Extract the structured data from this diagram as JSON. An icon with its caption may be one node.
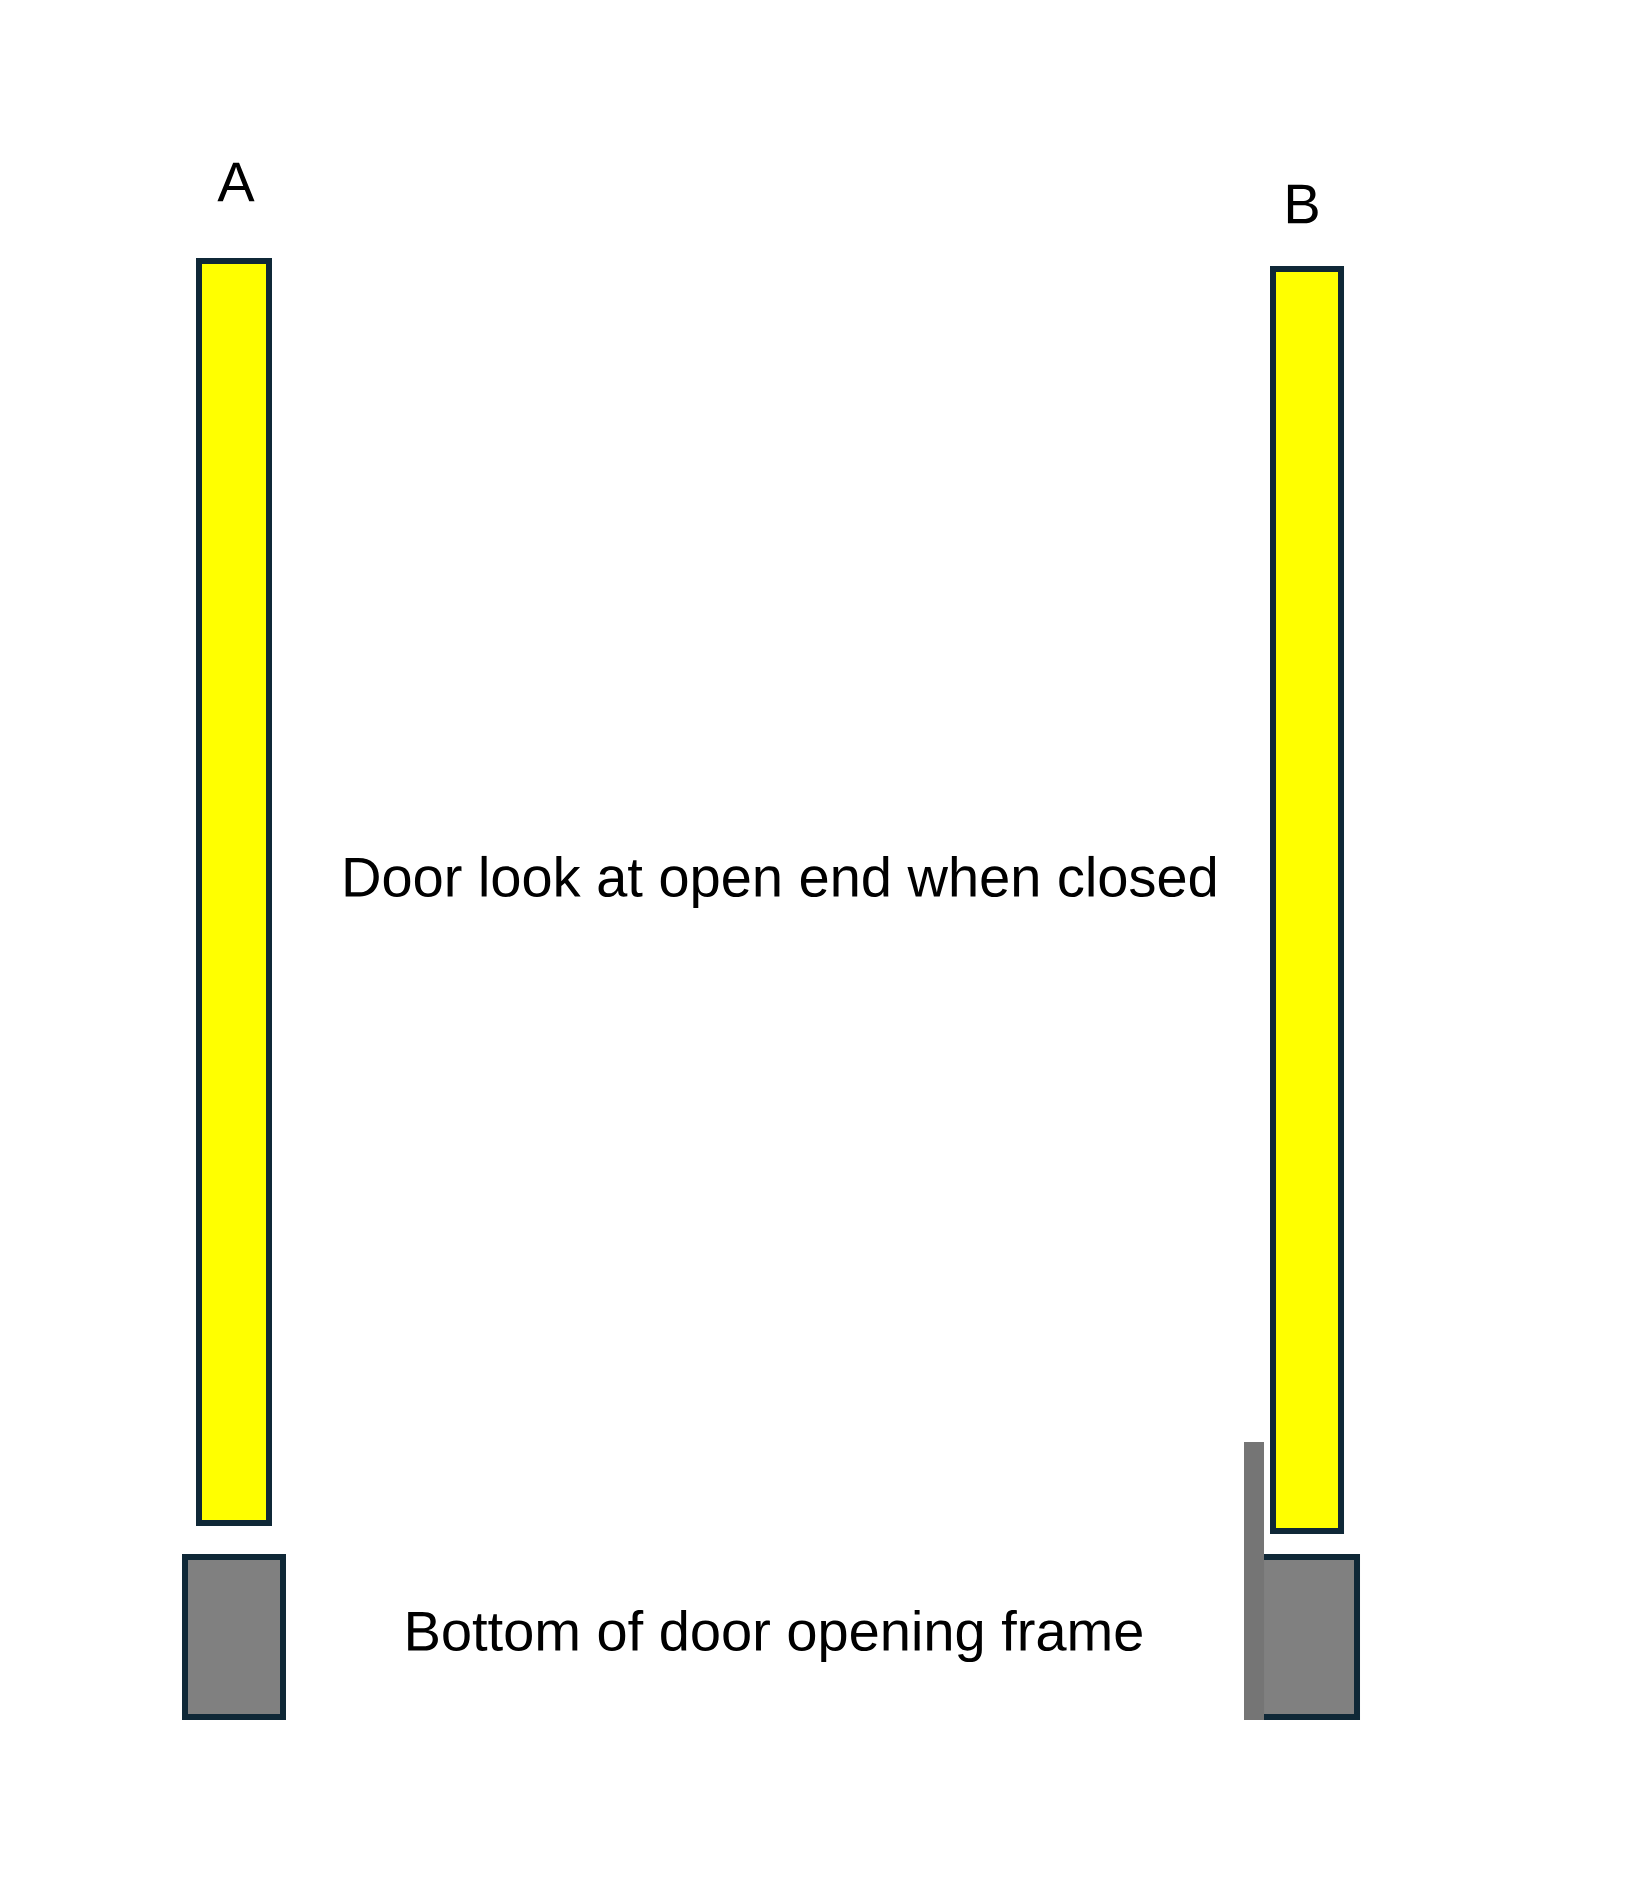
{
  "diagram": {
    "nodes": [
      {
        "text": [
          "A"
        ]
      },
      {
        "text": [
          "B"
        ]
      },
      {
        "text": [],
        "shape": "box"
      },
      {
        "text": [],
        "shape": "box"
      }
    ],
    "labels": [
      "Door look at open end when closed",
      "Bottom of door opening frame"
    ]
  }
}
